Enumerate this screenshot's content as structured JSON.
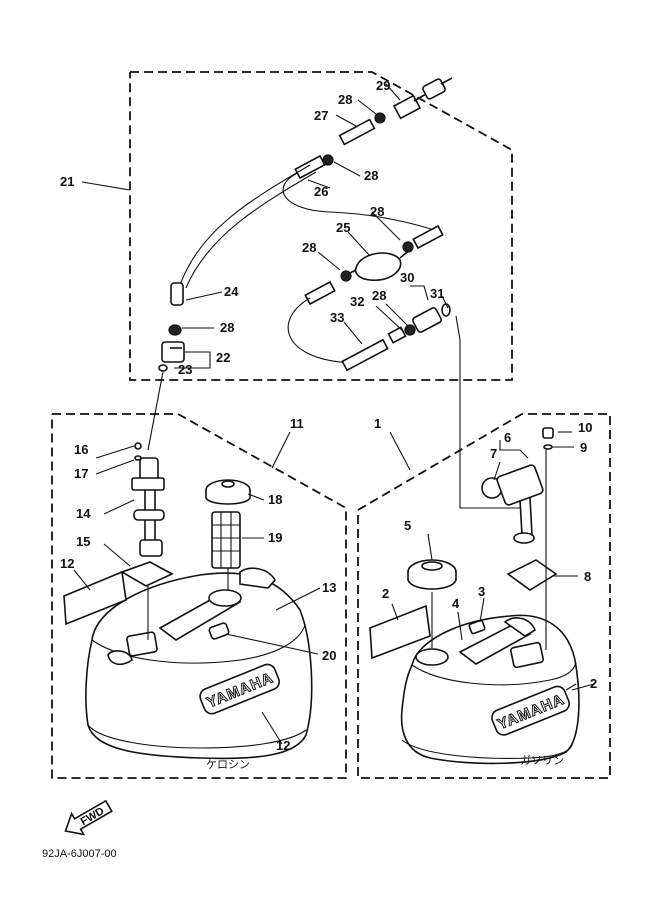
{
  "callouts": {
    "p1": "1",
    "p2a": "2",
    "p2b": "2",
    "p3": "3",
    "p4": "4",
    "p5": "5",
    "p6": "6",
    "p7": "7",
    "p8": "8",
    "p9": "9",
    "p10": "10",
    "p11": "11",
    "p12a": "12",
    "p12b": "12",
    "p13": "13",
    "p14": "14",
    "p15": "15",
    "p16": "16",
    "p17": "17",
    "p18": "18",
    "p19": "19",
    "p20": "20",
    "p21": "21",
    "p22": "22",
    "p23": "23",
    "p24": "24",
    "p25": "25",
    "p26": "26",
    "p27": "27",
    "p28a": "28",
    "p28b": "28",
    "p28c": "28",
    "p28d": "28",
    "p28e": "28",
    "p28f": "28",
    "p29": "29",
    "p30": "30",
    "p31": "31",
    "p32": "32",
    "p33": "33"
  },
  "captions": {
    "left_tank": "ケロシン",
    "right_tank": "ガソリン"
  },
  "tank_brand": {
    "left": "YAMAHA",
    "right": "YAMAHA"
  },
  "direction_marker": "FWD",
  "diagram_code": "92JA-6J007-00"
}
